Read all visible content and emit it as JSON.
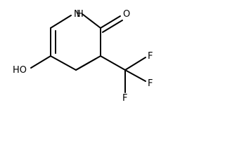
{
  "molecule": {
    "atoms": {
      "n_label": "N",
      "n_hydrogen": "H",
      "o_label": "O",
      "oh_label": "HO",
      "f1_label": "F",
      "f2_label": "F",
      "f3_label": "F"
    }
  }
}
